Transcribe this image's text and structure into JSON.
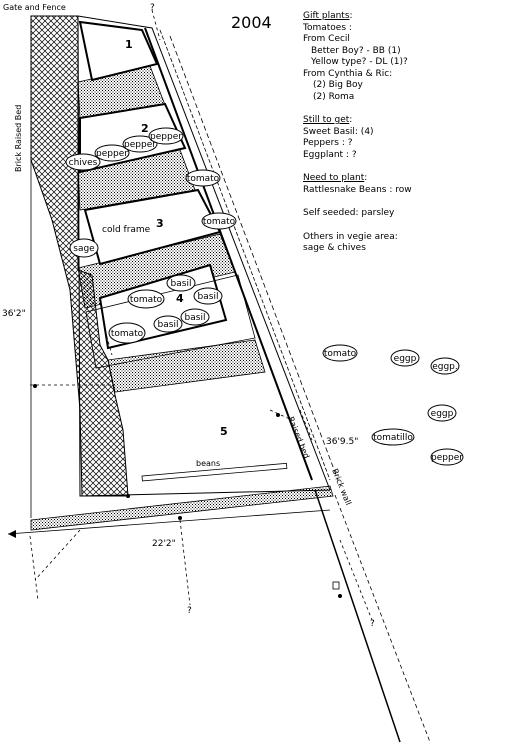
{
  "title": "2004",
  "labels": {
    "gate": "Gate and Fence",
    "brick_bed": "Brick Raised Bed",
    "raised_bed": "Raised bed",
    "brick_wall": "Brick wall",
    "dim_left": "36'2\"",
    "dim_right": "36'9.5\"",
    "dim_bottom": "22'2\"",
    "cold_frame": "cold frame",
    "beans": "beans",
    "q": "?"
  },
  "beds": [
    "1",
    "2",
    "3",
    "4",
    "5"
  ],
  "plants": {
    "chives": "chives",
    "pepper": "pepper",
    "tomato": "tomato",
    "sage": "sage",
    "basil": "basil",
    "eggp": "eggp",
    "eggp_dot": "eggp.",
    "tomatillo": "tomatillo"
  },
  "notes": {
    "gift_heading": "Gift plants",
    "gift_colon": ":",
    "gift_lines": [
      "Tomatoes :",
      "From Cecil"
    ],
    "gift_cecil": [
      "Better Boy? - BB (1)",
      "Yellow type? - DL (1)?"
    ],
    "gift_from2": "From Cynthia & Ric:",
    "gift_cynthia": [
      "(2) Big Boy",
      "(2) Roma"
    ],
    "still_heading": "Still to get",
    "still_colon": ":",
    "still_lines": [
      "Sweet Basil: (4)",
      "Peppers : ?",
      "Eggplant : ?"
    ],
    "need_heading": "Need to plant",
    "need_colon": ":",
    "need_lines": [
      "Rattlesnake Beans : row"
    ],
    "self_line": "Self seeded: parsley",
    "others_lines": [
      "Others in vegie area:",
      "sage & chives"
    ]
  }
}
